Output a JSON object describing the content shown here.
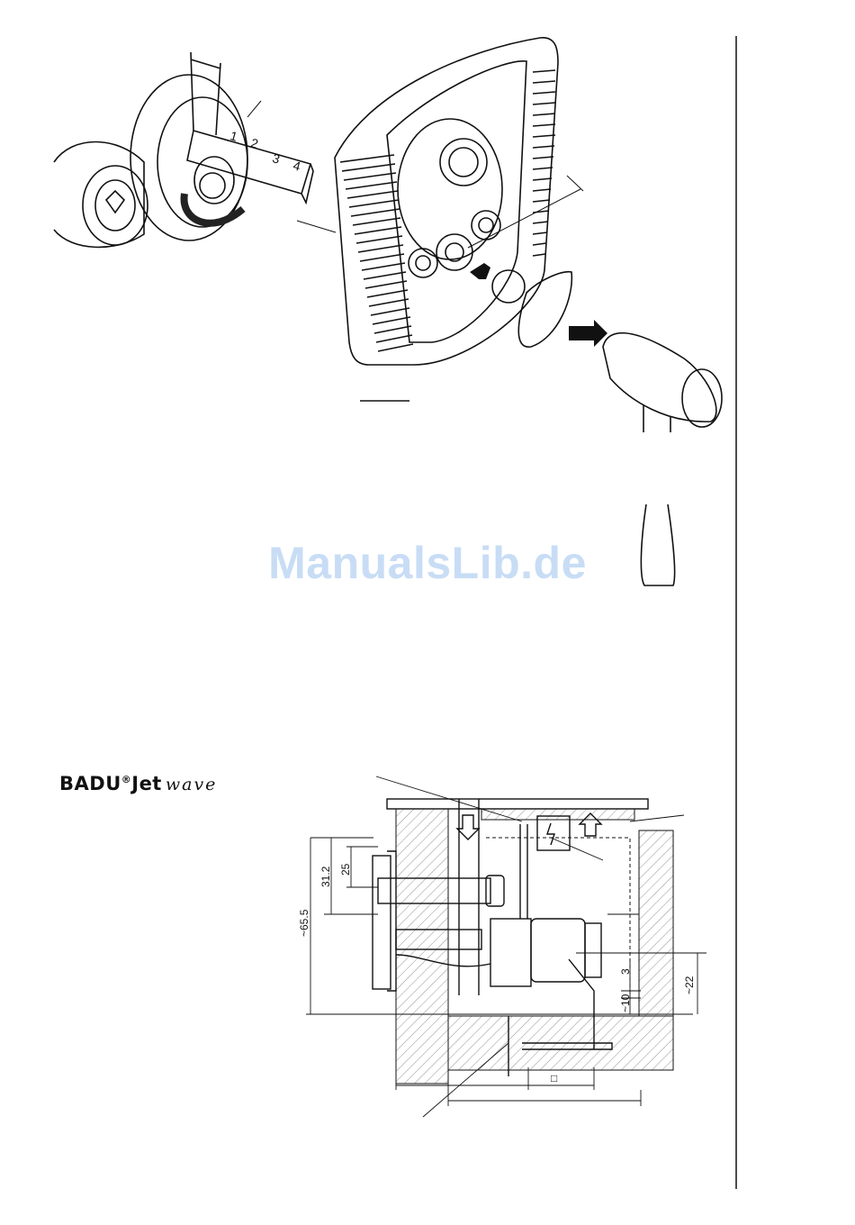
{
  "watermark": "ManualsLib.de",
  "logo": {
    "brand": "BADU",
    "reg": "®",
    "product": "Jet",
    "variant": "wave"
  },
  "ruler_ticks": [
    "1",
    "2",
    "3",
    "4"
  ],
  "dimensions": {
    "d_31_2": "31.2",
    "d_25": "25",
    "d_65_5": "~65.5",
    "d_3": "3",
    "d_10": "~10",
    "d_22": "~22",
    "d_square": "□"
  }
}
